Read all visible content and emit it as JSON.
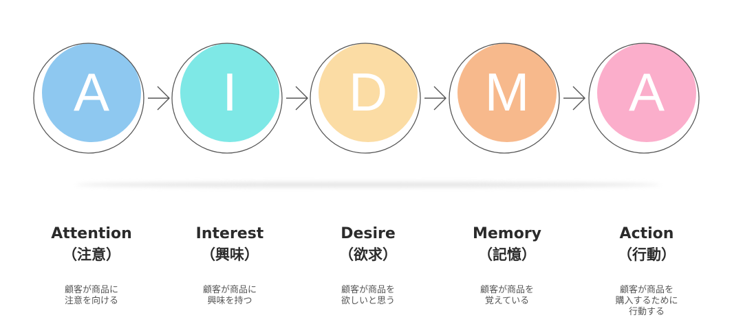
{
  "steps": [
    {
      "letter": "A",
      "title": "Attention",
      "jp": "（注意）",
      "desc": "顧客が商品に\n注意を向ける",
      "color": "#8ec8f0"
    },
    {
      "letter": "I",
      "title": "Interest",
      "jp": "（興味）",
      "desc": "顧客が商品に\n興味を持つ",
      "color": "#7ee8e6"
    },
    {
      "letter": "D",
      "title": "Desire",
      "jp": "（欲求）",
      "desc": "顧客が商品を\n欲しいと思う",
      "color": "#fbdca4"
    },
    {
      "letter": "M",
      "title": "Memory",
      "jp": "（記憶）",
      "desc": "顧客が商品を\n覚えている",
      "color": "#f7b98c"
    },
    {
      "letter": "A",
      "title": "Action",
      "jp": "（行動）",
      "desc": "顧客が商品を\n購入するために\n行動する",
      "color": "#fbaecb"
    }
  ]
}
